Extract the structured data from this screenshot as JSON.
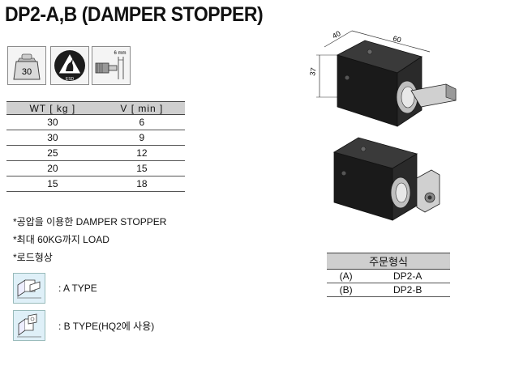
{
  "title": "DP2-A,B (DAMPER STOPPER)",
  "icons": [
    {
      "name": "weight-icon",
      "label": "30"
    },
    {
      "name": "esd-icon",
      "label": "ESD"
    },
    {
      "name": "stroke-icon",
      "label": "6 mm"
    }
  ],
  "spec_table": {
    "headers": [
      "WT [ kg ]",
      "V [ min ]"
    ],
    "rows": [
      [
        "30",
        "6"
      ],
      [
        "30",
        "9"
      ],
      [
        "25",
        "12"
      ],
      [
        "20",
        "15"
      ],
      [
        "15",
        "18"
      ]
    ]
  },
  "notes": [
    "*공압을 이용한 DAMPER STOPPER",
    "*최대 60KG까지 LOAD",
    "*로드형상"
  ],
  "types": [
    {
      "label": ": A TYPE"
    },
    {
      "label": ": B TYPE(HQ2에 사용)"
    }
  ],
  "dimensions": {
    "depth": "40",
    "width": "60",
    "height": "37"
  },
  "order_table": {
    "header": "주문형식",
    "rows": [
      [
        "(A)",
        "DP2-A"
      ],
      [
        "(B)",
        "DP2-B"
      ]
    ]
  },
  "colors": {
    "header_fill": "#cfcfcf",
    "thumb_fill": "#dff0f8",
    "block_dark": "#1a1a1a"
  }
}
